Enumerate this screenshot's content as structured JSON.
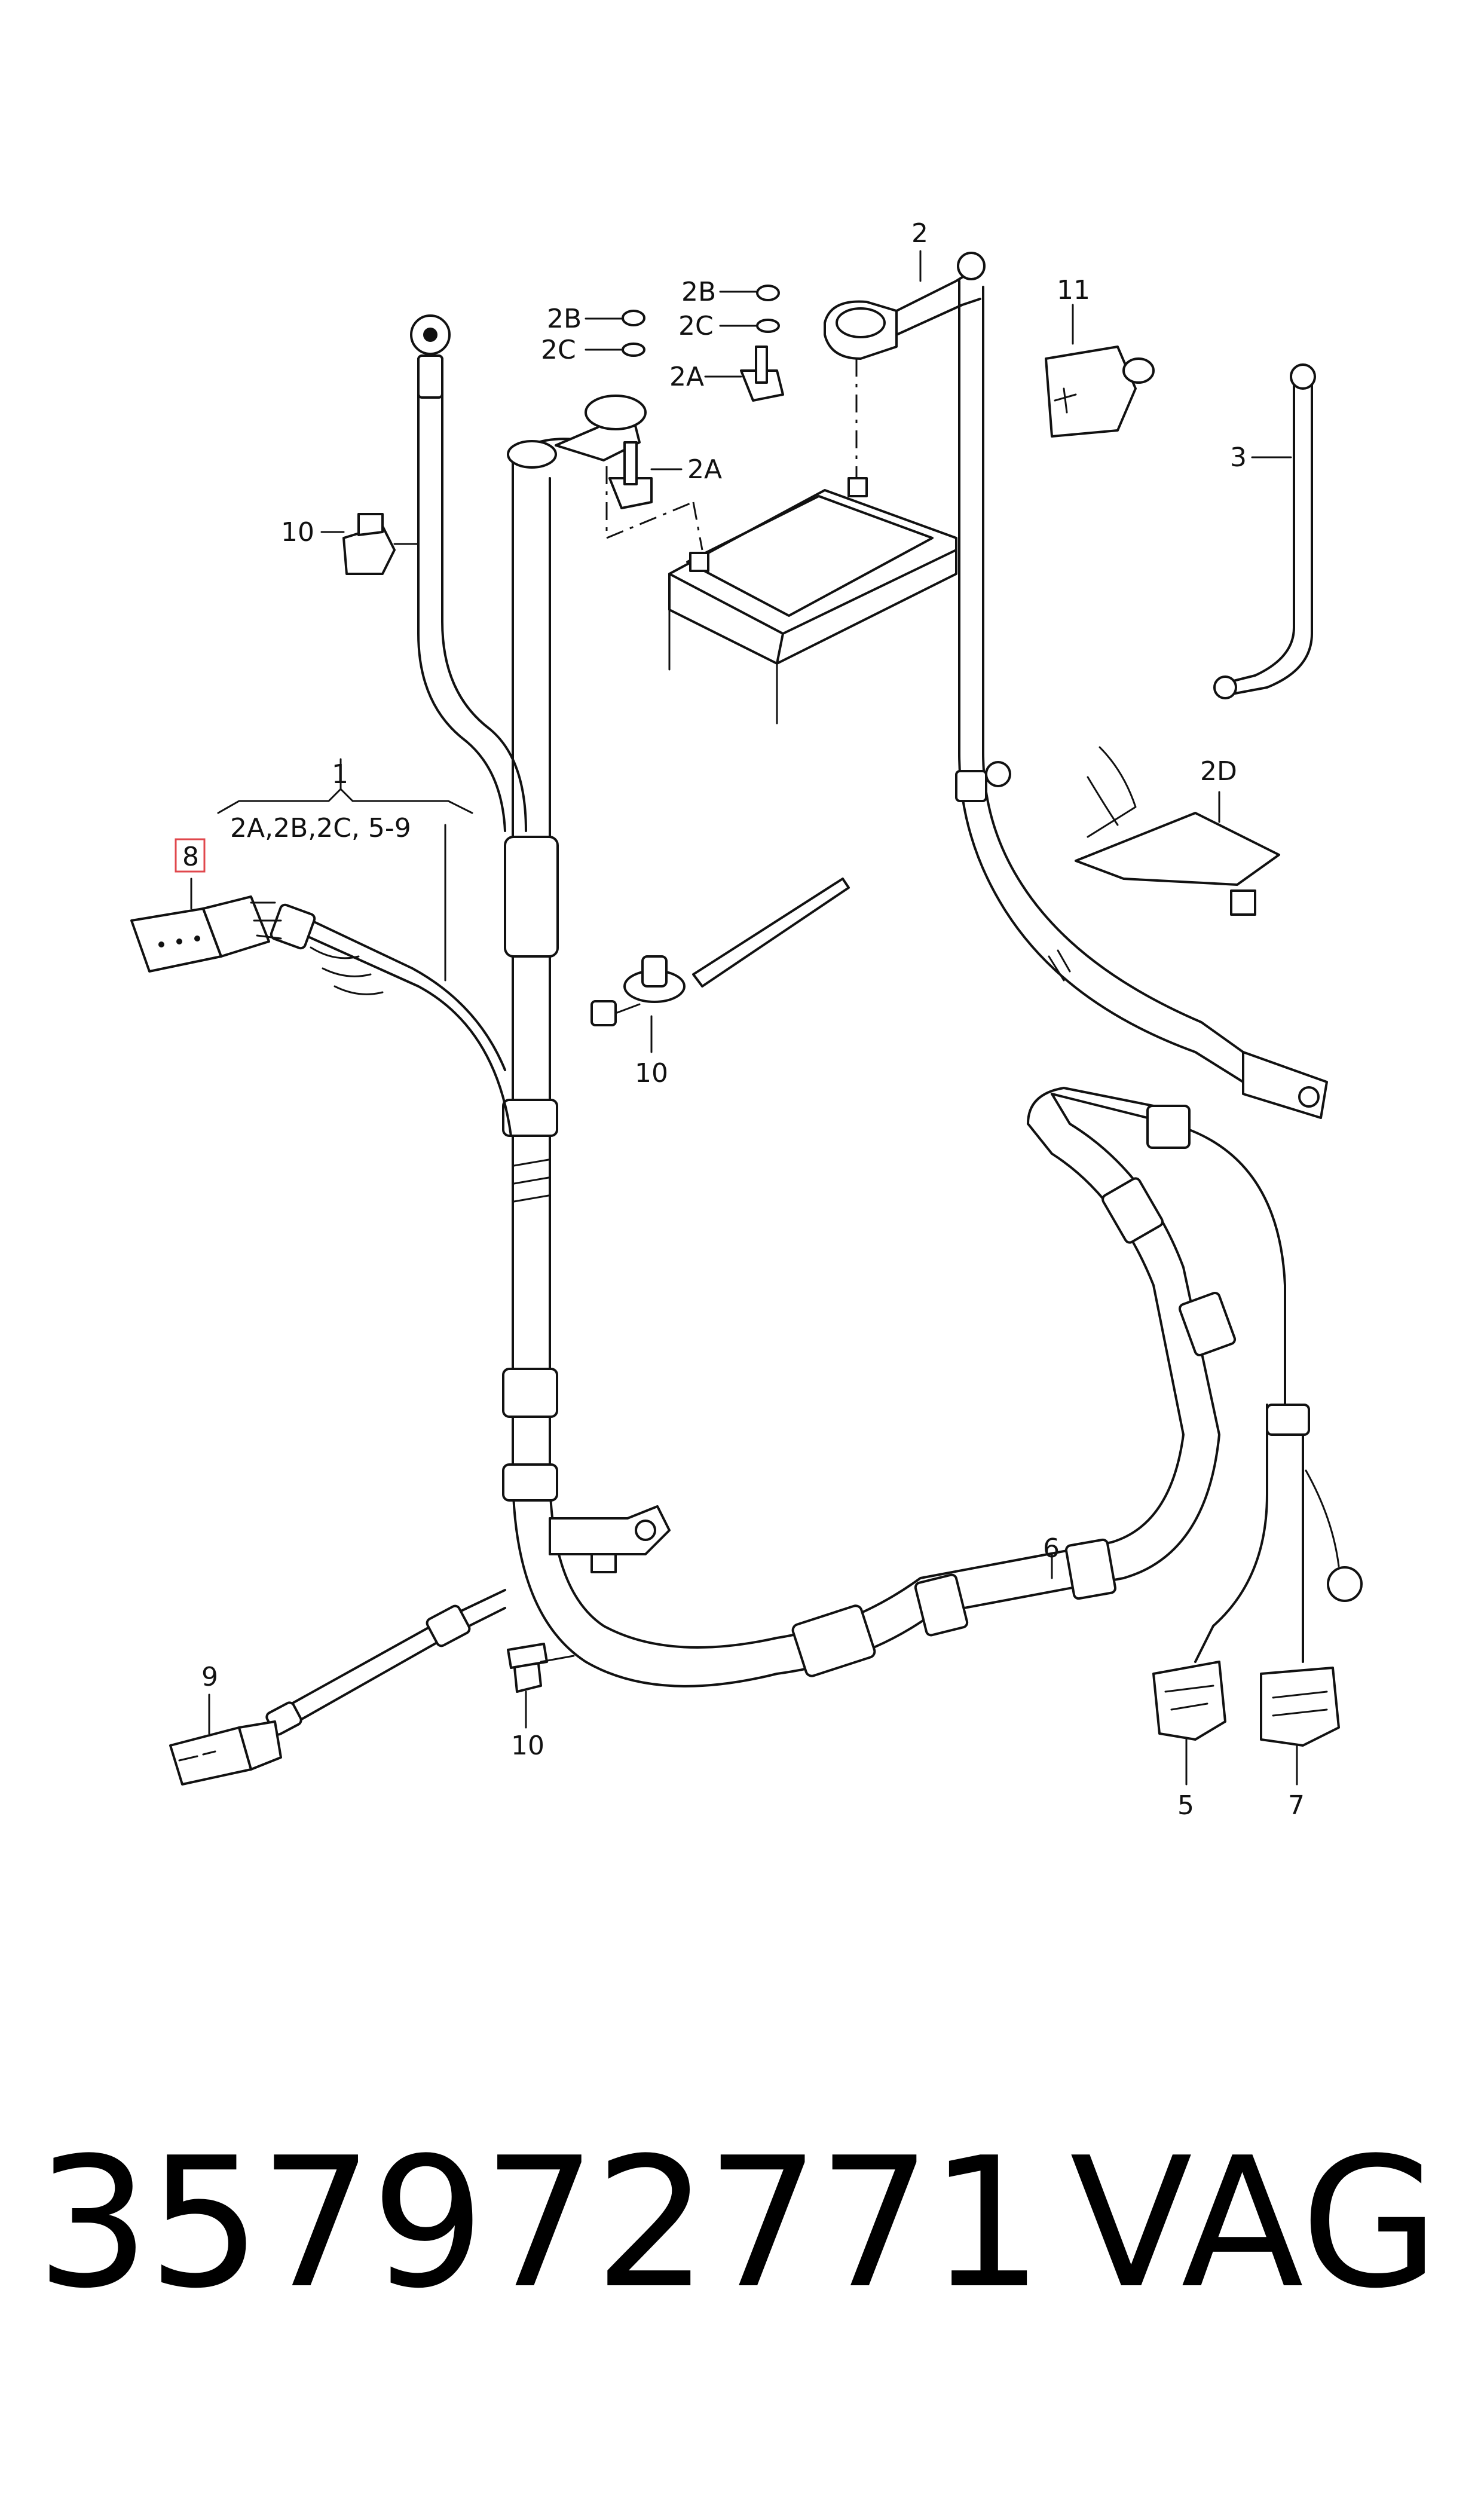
{
  "callouts": {
    "c1": "1",
    "c1_sub": "2A,2B,2C, 5-9",
    "c2": "2",
    "c2a_left": "2A",
    "c2a_right": "2A",
    "c2b_left": "2B",
    "c2b_right": "2B",
    "c2c_left": "2C",
    "c2c_right": "2C",
    "c2d": "2D",
    "c3": "3",
    "c5": "5",
    "c6": "6",
    "c7": "7",
    "c8": "8",
    "c9": "9",
    "c10_top": "10",
    "c10_mid": "10",
    "c10_bottom": "10",
    "c11": "11"
  },
  "footer": {
    "part_number": "357972771",
    "brand": "VAG"
  },
  "colors": {
    "line": "#111111",
    "highlight": "#e0474c",
    "background": "#ffffff"
  }
}
